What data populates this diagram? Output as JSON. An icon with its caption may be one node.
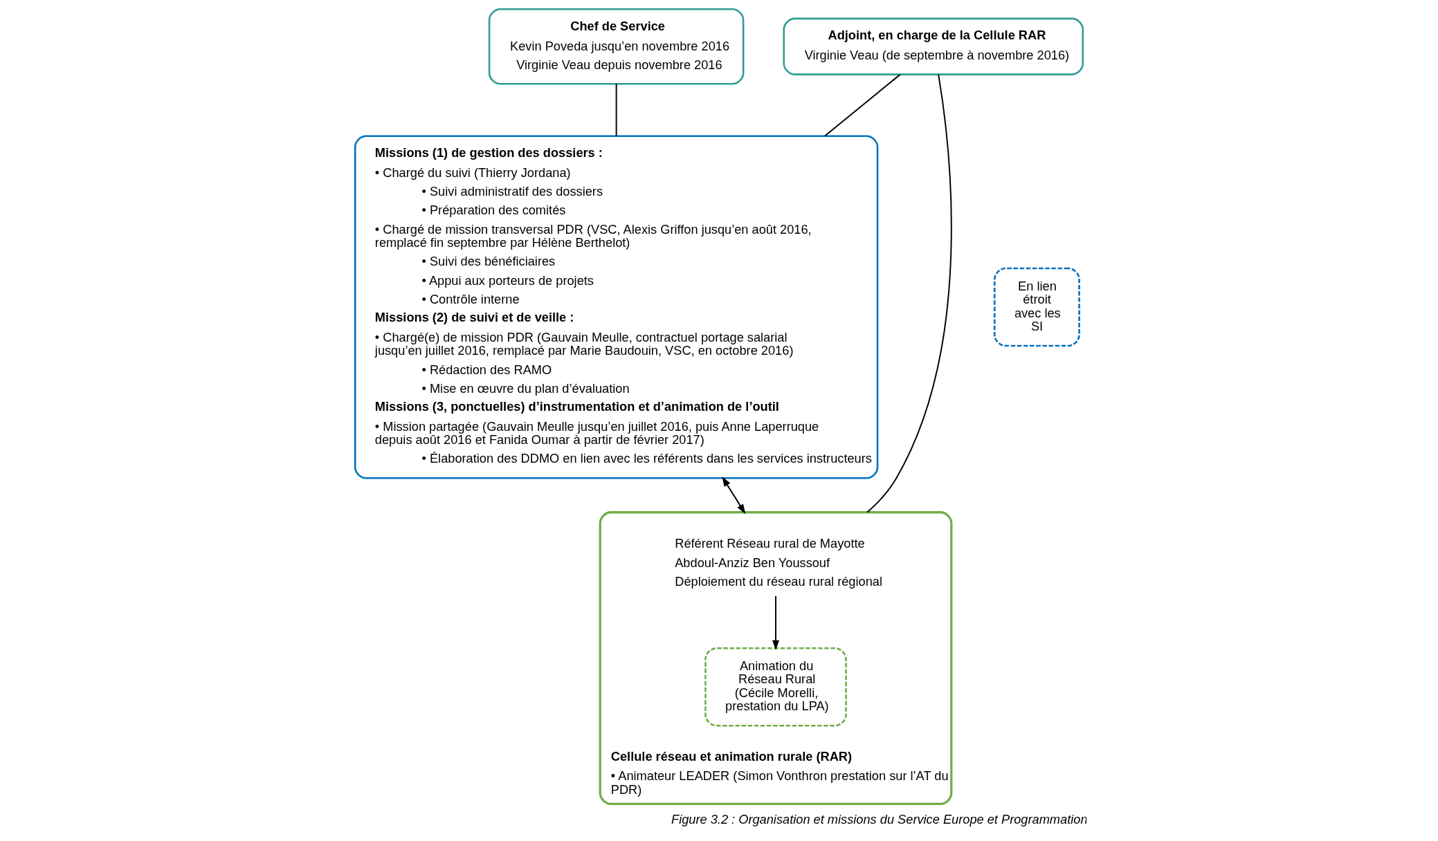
{
  "diagram": {
    "caption": "Figure 3.2 : Organisation et missions du Service Europe et Programmation",
    "nodes": [
      {
        "text": [
          "Chef de Service",
          "Kevin Poveda jusqu’en novembre 2016",
          "Virginie Veau depuis novembre 2016"
        ]
      },
      {
        "text": [
          "Adjoint, en charge de la Cellule RAR",
          "Virginie Veau (de septembre à novembre 2016)"
        ]
      },
      {
        "text": [
          "Missions (1) de gestion des dossiers :",
          "• Chargé du suivi (Thierry Jordana)",
          "• Suivi administratif des dossiers",
          "• Préparation des comités",
          "• Chargé de mission transversal PDR (VSC, Alexis Griffon jusqu’en août 2016, remplacé fin septembre par Hélène Berthelot)",
          "• Suivi des bénéficiaires",
          "• Appui aux porteurs de projets",
          "• Contrôle interne",
          "Missions (2) de suivi et de veille :",
          "• Chargé(e) de mission PDR (Gauvain Meulle, contractuel portage salarial jusqu’en juillet 2016, remplacé par Marie Baudouin, VSC, en octobre 2016)",
          "• Rédaction des RAMO",
          "• Mise en œuvre du plan d’évaluation",
          "Missions (3, ponctuelles) d’instrumentation et d’animation de l’outil",
          "• Mission partagée (Gauvain Meulle jusqu’en juillet 2016, puis Anne Laperruque depuis août 2016 et Fanida Oumar à partir de février 2017)",
          "• Élaboration des DDMO en lien avec les référents dans les services instructeurs"
        ]
      },
      {
        "text": [
          "En lien étroit avec les SI"
        ]
      },
      {
        "text": [
          "Cellule réseau et animation rurale (RAR)",
          "• Animateur LEADER (Simon Vonthron prestation sur l’AT du PDR)"
        ]
      },
      {
        "text": [
          "Référent Réseau rural de Mayotte",
          "Abdoul-Anziz Ben Youssouf",
          "Déploiement du réseau rural régional"
        ],
        "in": 4
      },
      {
        "text": [
          "Animation du Réseau Rural (Cécile Morelli, prestation du LPA)"
        ],
        "in": 4
      }
    ],
    "edges": [
      {
        "from": 0,
        "to": 2,
        "arrow": "none"
      },
      {
        "from": 1,
        "to": 2,
        "arrow": "none"
      },
      {
        "from": 1,
        "to": 4,
        "arrow": "none"
      },
      {
        "from": 2,
        "to": 4,
        "arrow": "both"
      },
      {
        "from": 5,
        "to": 6,
        "arrow": "to"
      }
    ]
  }
}
